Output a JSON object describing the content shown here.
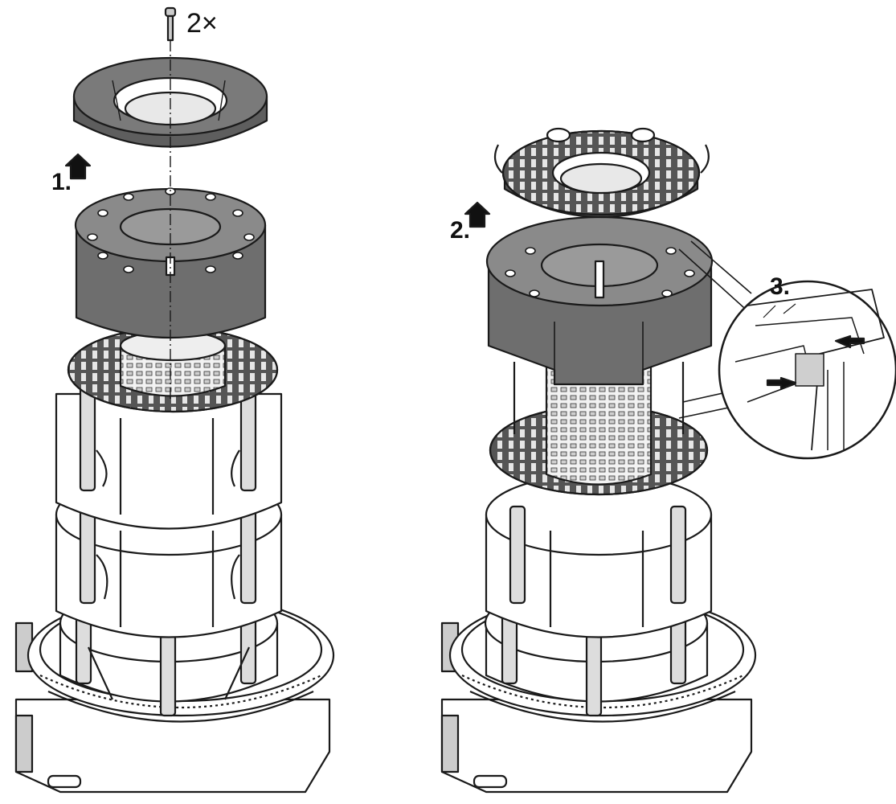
{
  "labels": {
    "quantity": "2×",
    "step1": "1.",
    "step2": "2.",
    "step3": "3."
  },
  "colors": {
    "line": "#1a1a1a",
    "dark_part": "#6e6e6e",
    "mid_part": "#8a8a8a",
    "light_part": "#ffffff",
    "perforation": "#d8d8d8"
  },
  "icons": {
    "screw": "screw-icon",
    "lift_arrow": "arrow-up-icon",
    "press_arrow": "arrow-icon"
  }
}
